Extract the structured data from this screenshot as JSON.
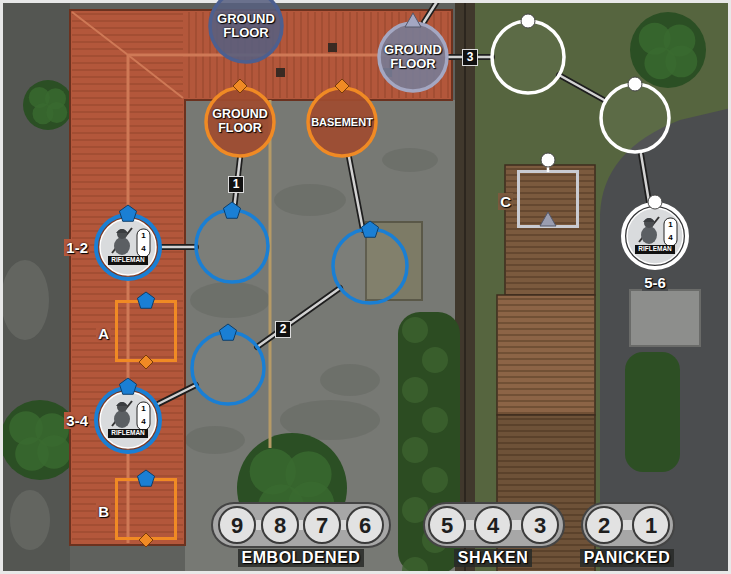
{
  "diagram": {
    "nodes": [
      {
        "text": [
          "GROUND FLOOR"
        ]
      },
      {
        "text": [
          "GROUND FLOOR"
        ]
      },
      {
        "text": [
          "GROUND FLOOR"
        ]
      },
      {
        "text": [
          "BASEMENT"
        ]
      },
      {
        "text": [
          "1-2",
          "RIFLEMAN",
          "1",
          "4"
        ]
      },
      {
        "text": [
          "C"
        ]
      },
      {
        "text": [
          "5-6",
          "RIFLEMAN",
          "1",
          "4"
        ]
      },
      {
        "text": [
          "A"
        ]
      },
      {
        "text": [
          "3-4",
          "RIFLEMAN",
          "1",
          "4"
        ]
      },
      {
        "text": [
          "B"
        ]
      },
      {
        "text": [
          "9"
        ]
      },
      {
        "text": [
          "8"
        ]
      },
      {
        "text": [
          "7"
        ]
      },
      {
        "text": [
          "6"
        ]
      },
      {
        "text": [
          "5"
        ]
      },
      {
        "text": [
          "4"
        ]
      },
      {
        "text": [
          "3"
        ]
      },
      {
        "text": [
          "2"
        ]
      },
      {
        "text": [
          "1"
        ]
      }
    ],
    "edges": [
      {
        "from": 10,
        "to": 11,
        "arrow": "none"
      },
      {
        "from": 11,
        "to": 12,
        "arrow": "none"
      },
      {
        "from": 12,
        "to": 13,
        "arrow": "none"
      },
      {
        "from": 14,
        "to": 15,
        "arrow": "none"
      },
      {
        "from": 15,
        "to": 16,
        "arrow": "none"
      },
      {
        "from": 17,
        "to": 18,
        "arrow": "none"
      }
    ],
    "labels": [
      "3",
      "1",
      "2",
      "EMBOLDENED",
      "SHAKEN",
      "PANICKED"
    ]
  }
}
